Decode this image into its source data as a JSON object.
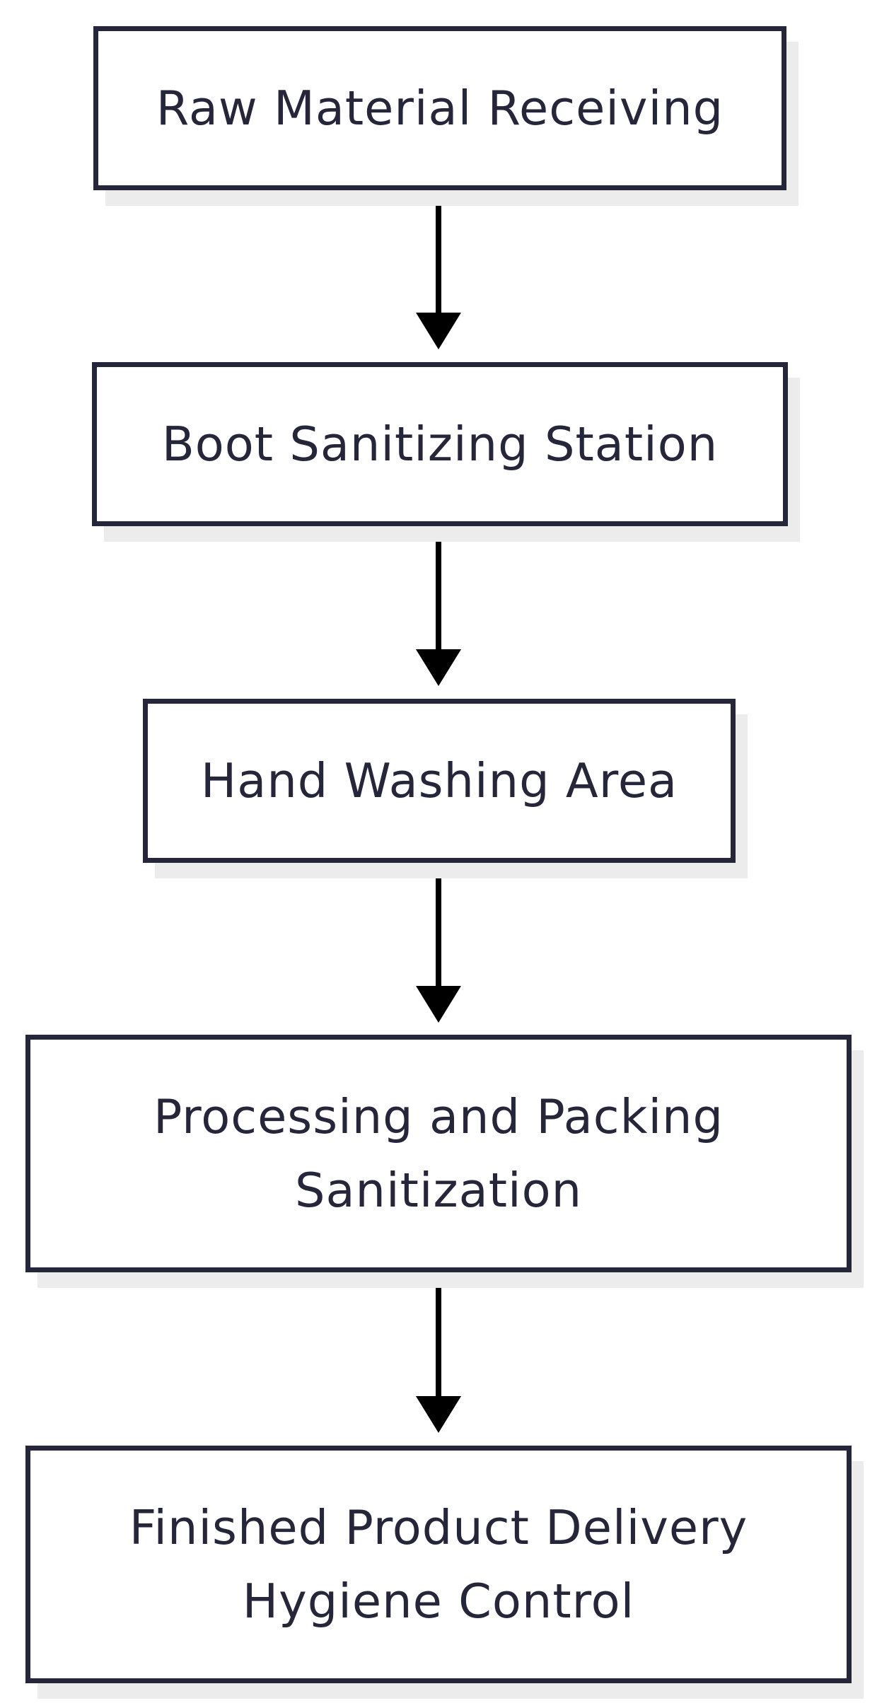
{
  "diagram": {
    "nodes": [
      {
        "id": "raw-material-receiving",
        "lines": [
          "Raw Material Receiving"
        ]
      },
      {
        "id": "boot-sanitizing-station",
        "lines": [
          "Boot Sanitizing Station"
        ]
      },
      {
        "id": "hand-washing-area",
        "lines": [
          "Hand Washing Area"
        ]
      },
      {
        "id": "processing-packing-sanitization",
        "lines": [
          "Processing and Packing",
          "Sanitization"
        ]
      },
      {
        "id": "finished-product-delivery",
        "lines": [
          "Finished Product Delivery",
          "Hygiene Control"
        ]
      }
    ],
    "edges": [
      {
        "from": "raw-material-receiving",
        "to": "boot-sanitizing-station"
      },
      {
        "from": "boot-sanitizing-station",
        "to": "hand-washing-area"
      },
      {
        "from": "hand-washing-area",
        "to": "processing-packing-sanitization"
      },
      {
        "from": "processing-packing-sanitization",
        "to": "finished-product-delivery"
      }
    ],
    "colors": {
      "stroke": "#26263a",
      "arrow": "#000000",
      "shadow": "#ececec",
      "fill": "#ffffff"
    }
  }
}
